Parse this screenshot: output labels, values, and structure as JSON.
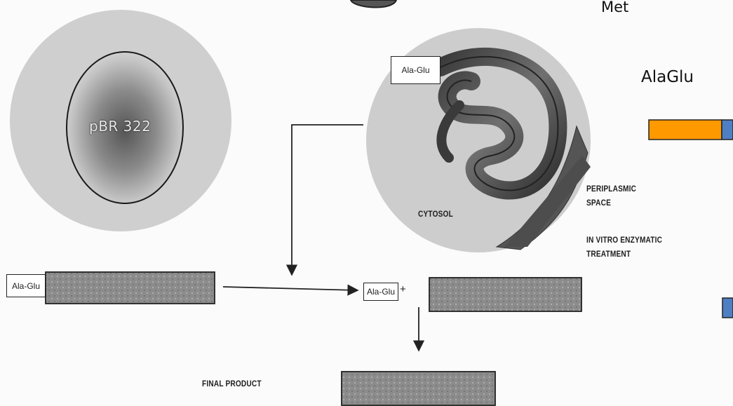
{
  "diagram": {
    "plasmid_label": "pBR 322",
    "tag_label": "Ala-Glu",
    "tag_plus": "+",
    "cytosol_label": "CYTOSOL",
    "periplasmic_label": [
      "PERIPLASMIC",
      "SPACE"
    ],
    "treatment_label": [
      "IN VITRO ENZYMATIC",
      "TREATMENT"
    ],
    "final_product_label": "FINAL PRODUCT"
  },
  "overlay": {
    "met_label": "Met",
    "alaglu_label": "AlaGlu",
    "colors": {
      "orange": "#ff9900",
      "blue": "#4f7fc3"
    }
  }
}
